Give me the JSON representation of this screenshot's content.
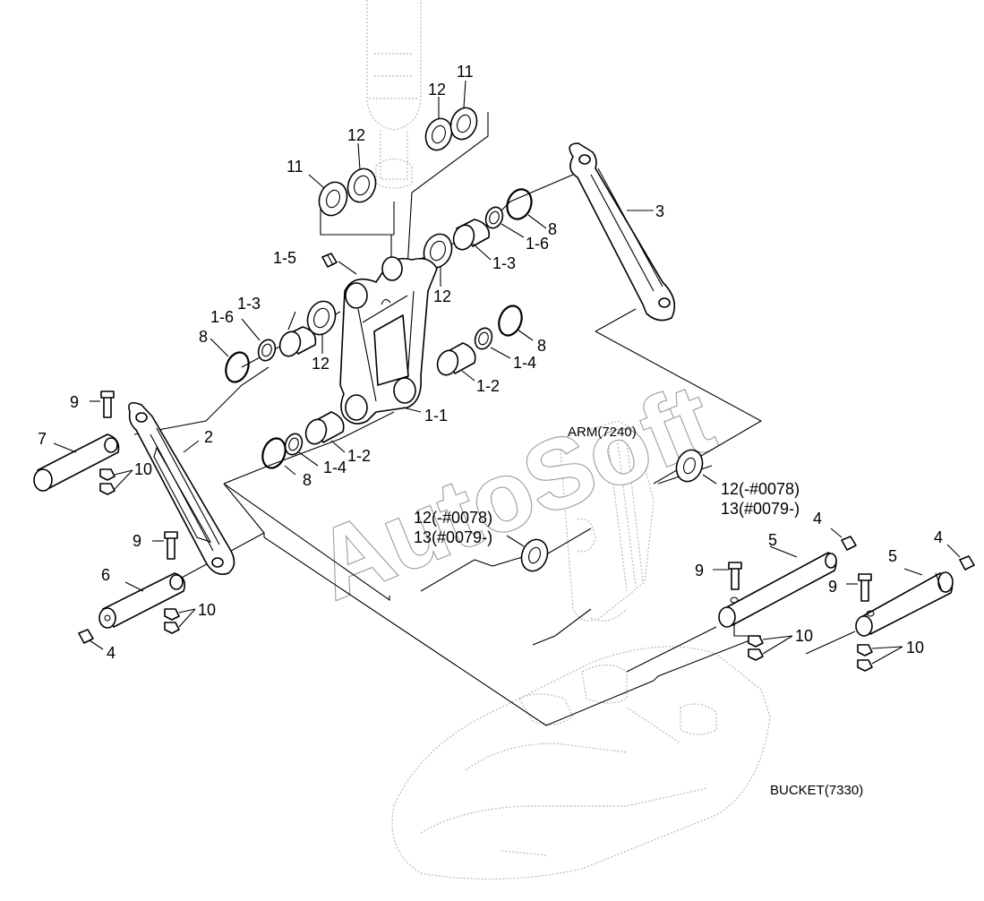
{
  "watermark": "AutoSoft",
  "references": {
    "arm": "ARM(7240)",
    "bucket": "BUCKET(7330)"
  },
  "callouts": {
    "c11a": "11",
    "c12a": "12",
    "c12b": "12",
    "c11b": "11",
    "c8a": "8",
    "c3": "3",
    "c1_6a": "1-6",
    "c1_3a": "1-3",
    "c1_5": "1-5",
    "c12c": "12",
    "c1_3b": "1-3",
    "c1_6b": "1-6",
    "c8b": "8",
    "c12d": "12",
    "c8c": "8",
    "c1_4a": "1-4",
    "c1_2a": "1-2",
    "c9a": "9",
    "c1_1": "1-1",
    "c7": "7",
    "c2": "2",
    "c8d": "8",
    "c1_4b": "1-4",
    "c1_2b": "1-2",
    "c10a": "10",
    "c12_13a_1": "12(-#0078)",
    "c12_13a_2": "13(#0079-)",
    "c12_13b_1": "12(-#0078)",
    "c12_13b_2": "13(#0079-)",
    "c4a": "4",
    "c9b": "9",
    "c5a": "5",
    "c4b": "4",
    "c5b": "5",
    "c6": "6",
    "c10b": "10",
    "c9c": "9",
    "c9d": "9",
    "c4c": "4",
    "c10c": "10",
    "c10d": "10"
  }
}
